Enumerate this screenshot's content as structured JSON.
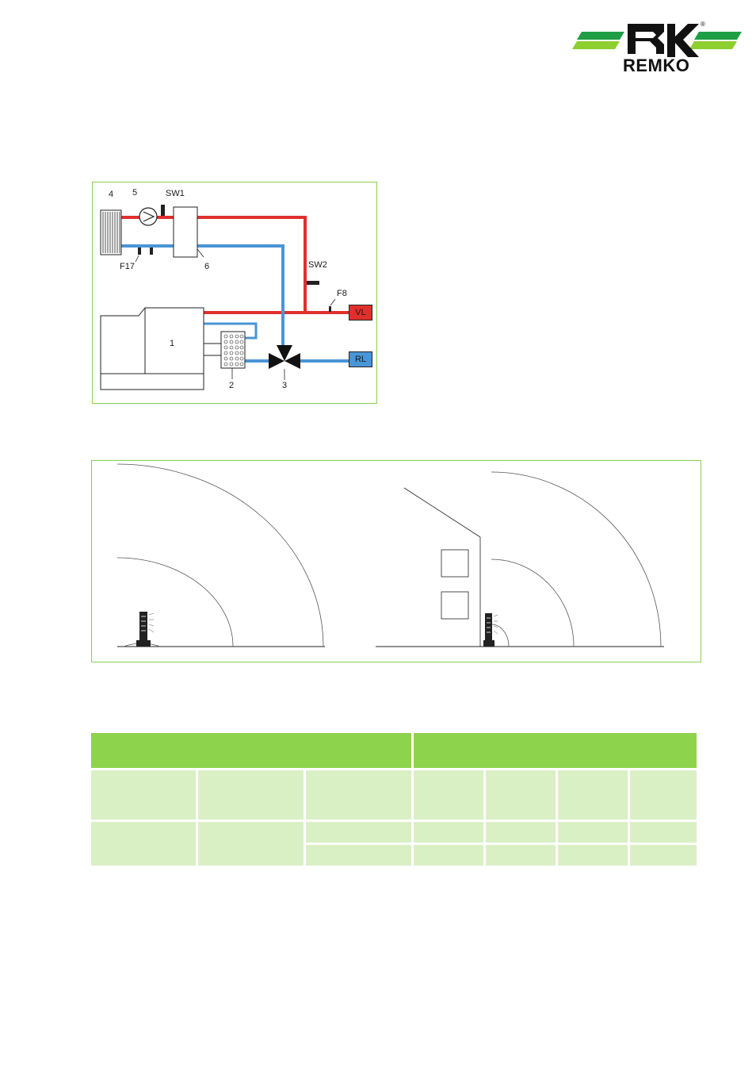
{
  "logo": {
    "brand": "REMKO",
    "registered": "®",
    "colors": {
      "stripe_dark": "#1e9e45",
      "stripe_light": "#8ccf2e",
      "mark": "#111111"
    }
  },
  "hydraulic_diagram": {
    "component_labels": {
      "c1": "1",
      "c2": "2",
      "c3": "3",
      "c4": "4",
      "c5": "5",
      "c6": "6",
      "sw1": "SW1",
      "sw2": "SW2",
      "f17": "F17",
      "f8": "F8"
    },
    "connectors": {
      "flow": "VL",
      "return": "RL"
    },
    "colors": {
      "flow": "#e0302c",
      "return": "#4a95d6",
      "frame": "#8ccf4c"
    }
  },
  "table": {
    "colors": {
      "header": "#8ed34c",
      "body": "#d9f0c4"
    }
  }
}
